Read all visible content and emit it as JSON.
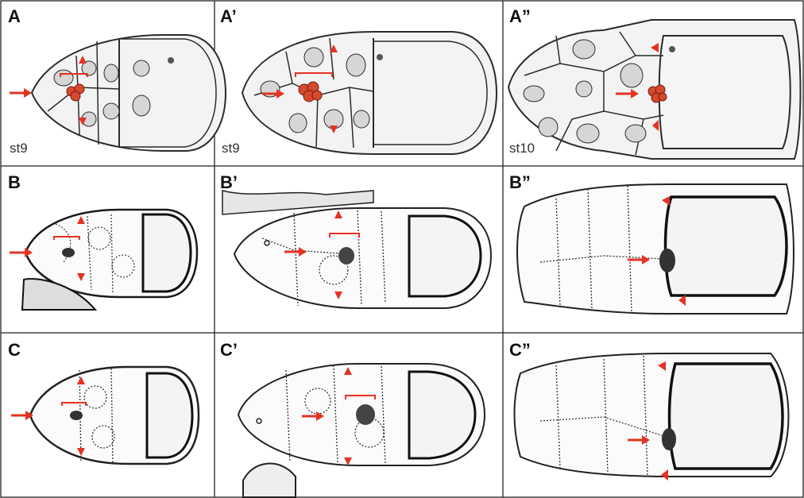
{
  "figure": {
    "colors": {
      "arrow": "#e53223",
      "nurse_cell_cluster": "#d44a2f",
      "cytoplasm": "#f3f3f3",
      "nucleus": "#d6d6d6",
      "outline": "#2b2b2b",
      "grid": "#222222"
    },
    "panels": [
      {
        "letter": "A",
        "stage": "st9"
      },
      {
        "letter": "A’",
        "stage": "st9"
      },
      {
        "letter": "A”",
        "stage": "st10"
      },
      {
        "letter": "B",
        "stage": ""
      },
      {
        "letter": "B’",
        "stage": ""
      },
      {
        "letter": "B”",
        "stage": ""
      },
      {
        "letter": "C",
        "stage": ""
      },
      {
        "letter": "C’",
        "stage": ""
      },
      {
        "letter": "C”",
        "stage": ""
      }
    ],
    "row_kinds": [
      "schematic",
      "micrograph",
      "micrograph"
    ],
    "markers_per_panel": [
      "arrow",
      "bracket",
      "arrowhead-top",
      "arrowhead-bottom"
    ]
  }
}
